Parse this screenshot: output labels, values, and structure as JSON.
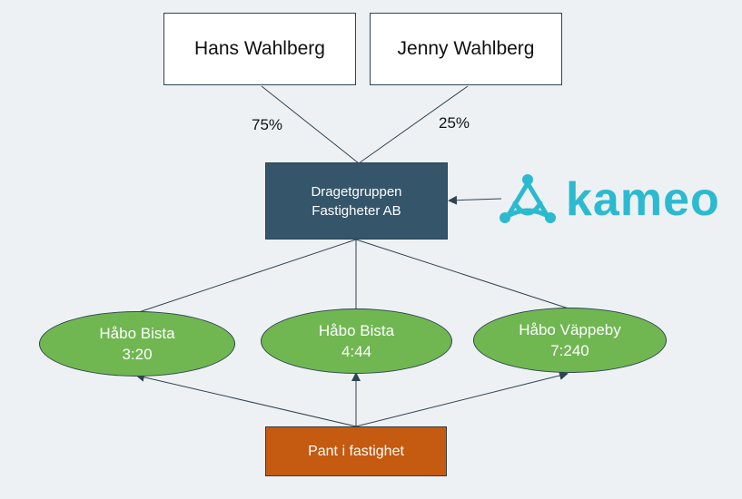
{
  "owners": [
    {
      "name": "Hans Wahlberg",
      "share": "75%"
    },
    {
      "name": "Jenny Wahlberg",
      "share": "25%"
    }
  ],
  "company": {
    "line1": "Dragetgruppen",
    "line2": "Fastigheter AB"
  },
  "properties": [
    {
      "line1": "Håbo Bista",
      "line2": "3:20"
    },
    {
      "line1": "Håbo Bista",
      "line2": "4:44"
    },
    {
      "line1": "Håbo Väppeby",
      "line2": "7:240"
    }
  ],
  "collateral": {
    "label": "Pant i fastighet"
  },
  "logo": {
    "text": "kameo",
    "color": "#2bbad0"
  },
  "colors": {
    "company_box": "#34556a",
    "property_ellipse": "#70b752",
    "collateral_box": "#c55a11",
    "connector": "#2f4452"
  }
}
